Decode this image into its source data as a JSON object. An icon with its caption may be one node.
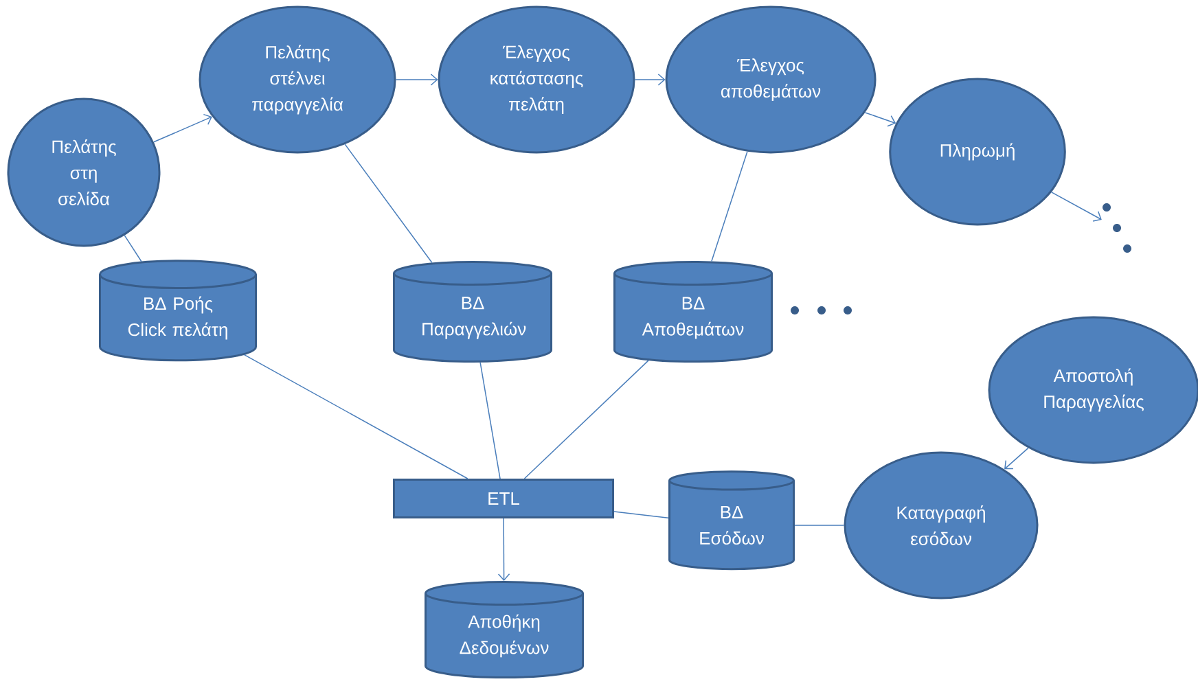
{
  "diagram": {
    "nodes": [
      {
        "text": [
          "Πελάτης στη σελίδα"
        ]
      },
      {
        "text": [
          "Πελάτης στέλνει παραγγελία"
        ]
      },
      {
        "text": [
          "Έλεγχος κατάστασης πελάτη"
        ]
      },
      {
        "text": [
          "Έλεγχος αποθεμάτων"
        ]
      },
      {
        "text": [
          "Πληρωμή"
        ]
      },
      {
        "text": [
          "ΒΔ Ροής Click πελάτη"
        ]
      },
      {
        "text": [
          "ΒΔ Παραγγελιών"
        ]
      },
      {
        "text": [
          "ΒΔ Αποθεμάτων"
        ]
      },
      {
        "text": [
          "ETL"
        ]
      },
      {
        "text": [
          "ΒΔ Εσόδων"
        ]
      },
      {
        "text": [
          "Αποστολή Παραγγελίας"
        ]
      },
      {
        "text": [
          "Καταγραφή εσόδων"
        ]
      },
      {
        "text": [
          "Αποθήκη Δεδομένων"
        ]
      },
      {
        "text": [],
        "shape": "dots"
      }
    ],
    "edges": [
      {
        "from": 0,
        "to": 1,
        "arrow": "to"
      },
      {
        "from": 1,
        "to": 2,
        "arrow": "to"
      },
      {
        "from": 2,
        "to": 3,
        "arrow": "to"
      },
      {
        "from": 3,
        "to": 4,
        "arrow": "to"
      },
      {
        "from": 4,
        "to": 13,
        "arrow": "to"
      },
      {
        "from": 0,
        "to": 5,
        "arrow": "none"
      },
      {
        "from": 1,
        "to": 6,
        "arrow": "none"
      },
      {
        "from": 3,
        "to": 7,
        "arrow": "none"
      },
      {
        "from": 5,
        "to": 8,
        "arrow": "none"
      },
      {
        "from": 6,
        "to": 8,
        "arrow": "none"
      },
      {
        "from": 7,
        "to": 8,
        "arrow": "none"
      },
      {
        "from": 8,
        "to": 9,
        "arrow": "none"
      },
      {
        "from": 9,
        "to": 11,
        "arrow": "none"
      },
      {
        "from": 10,
        "to": 11,
        "arrow": "to"
      },
      {
        "from": 8,
        "to": 12,
        "arrow": "to"
      }
    ]
  }
}
